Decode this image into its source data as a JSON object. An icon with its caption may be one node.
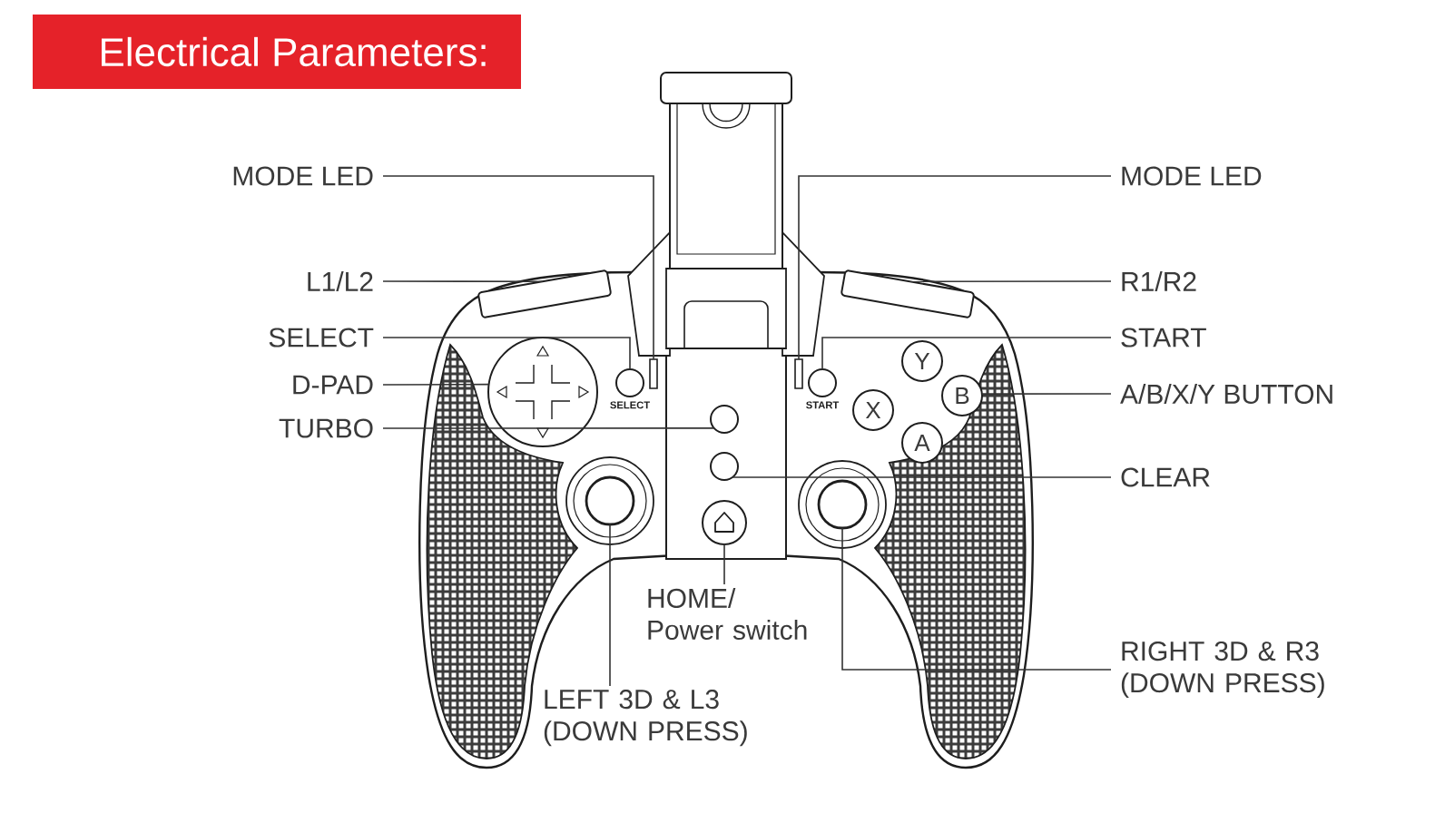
{
  "diagram": {
    "title": "Electrical Parameters:",
    "nodes": [
      {
        "text": [
          "MODE LED"
        ]
      },
      {
        "text": [
          "MODE LED"
        ]
      },
      {
        "text": [
          "L1/L2"
        ]
      },
      {
        "text": [
          "R1/R2"
        ]
      },
      {
        "text": [
          "SELECT"
        ]
      },
      {
        "text": [
          "START"
        ]
      },
      {
        "text": [
          "D-PAD"
        ]
      },
      {
        "text": [
          "A/B/X/Y BUTTON"
        ]
      },
      {
        "text": [
          "TURBO"
        ]
      },
      {
        "text": [
          "CLEAR"
        ]
      },
      {
        "text": [
          "HOME/ Power switch"
        ]
      },
      {
        "text": [
          "RIGHT 3D & R3 (DOWN PRESS)"
        ]
      },
      {
        "text": [
          "LEFT 3D & L3 (DOWN PRESS)"
        ]
      },
      {
        "text": [],
        "shape": "bar"
      },
      {
        "text": [],
        "shape": "bar"
      },
      {
        "text": [],
        "shape": "box"
      },
      {
        "text": [],
        "shape": "box"
      },
      {
        "text": [],
        "shape": "circle",
        "beside": [
          "SELECT"
        ]
      },
      {
        "text": [],
        "shape": "circle",
        "beside": [
          "START"
        ]
      },
      {
        "text": [],
        "shape": "circle"
      },
      {
        "text": [
          "Y"
        ]
      },
      {
        "text": [
          "X"
        ]
      },
      {
        "text": [
          "B"
        ]
      },
      {
        "text": [
          "A"
        ]
      },
      {
        "text": [],
        "shape": "circle"
      },
      {
        "text": [],
        "shape": "circle"
      },
      {
        "text": [],
        "shape": "circle"
      },
      {
        "text": [],
        "shape": "circle"
      },
      {
        "text": [],
        "shape": "circle"
      }
    ],
    "edges": [
      {
        "from": 0,
        "to": 13,
        "arrow": "none"
      },
      {
        "from": 1,
        "to": 14,
        "arrow": "none"
      },
      {
        "from": 2,
        "to": 15,
        "arrow": "none"
      },
      {
        "from": 3,
        "to": 16,
        "arrow": "none"
      },
      {
        "from": 4,
        "to": 17,
        "arrow": "none"
      },
      {
        "from": 5,
        "to": 18,
        "arrow": "none"
      },
      {
        "from": 6,
        "to": 19,
        "arrow": "none"
      },
      {
        "from": 7,
        "to": 22,
        "arrow": "none"
      },
      {
        "from": 8,
        "to": 24,
        "arrow": "none"
      },
      {
        "from": 9,
        "to": 25,
        "arrow": "none"
      },
      {
        "from": 10,
        "to": 28,
        "arrow": "none"
      },
      {
        "from": 11,
        "to": 27,
        "arrow": "none"
      },
      {
        "from": 12,
        "to": 26,
        "arrow": "none"
      }
    ]
  }
}
